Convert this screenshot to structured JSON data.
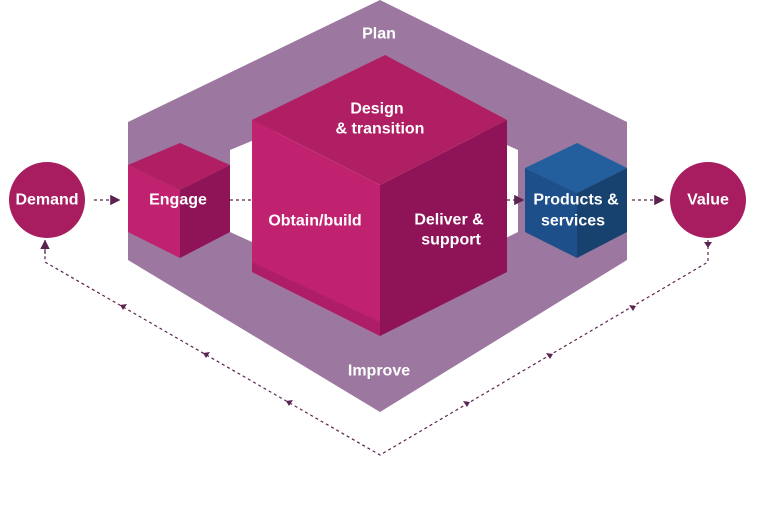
{
  "diagram": {
    "plan": "Plan",
    "improve": "Improve",
    "design_line1": "Design",
    "design_line2": "& transition",
    "obtain": "Obtain/build",
    "deliver_line1": "Deliver &",
    "deliver_line2": "support",
    "engage": "Engage",
    "products_line1": "Products &",
    "products_line2": "services",
    "demand": "Demand",
    "value": "Value"
  },
  "colors": {
    "frame": "#9c78a0",
    "magenta_light": "#c0226f",
    "magenta_top": "#b01e63",
    "magenta_dark": "#8e1457",
    "blue_top": "#235f9c",
    "blue_front": "#1d4f8a",
    "circle": "#a81d5f",
    "arrow": "#5b2450"
  }
}
